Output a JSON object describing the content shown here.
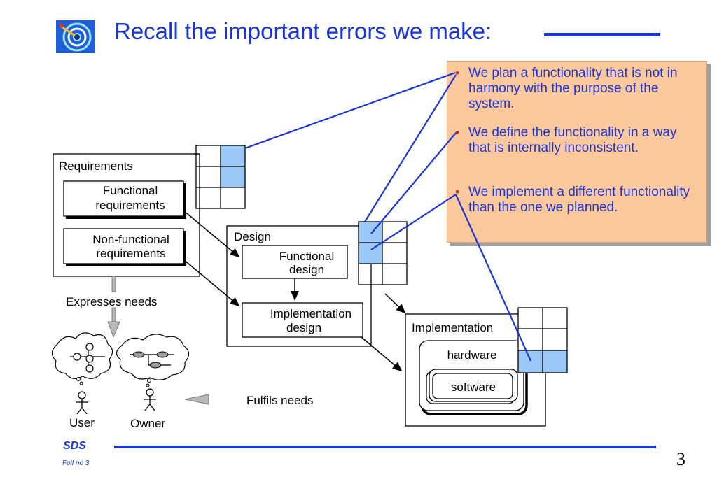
{
  "slide": {
    "title": "Recall the important errors we make:",
    "footer_label": "SDS",
    "foil_label": "Foil no 3",
    "page_number": "3"
  },
  "callout": {
    "bullets": [
      "We plan a functionality that is not in harmony with the purpose of the system.",
      "We define the functionality in a way that is internally inconsistent.",
      "We implement a different functionality than the one we planned."
    ]
  },
  "diagram": {
    "requirements_label": "Requirements",
    "functional_requirements": [
      "Functional",
      "requirements"
    ],
    "nonfunctional_requirements": [
      "Non-functional",
      "requirements"
    ],
    "design_label": "Design",
    "functional_design": [
      "Functional",
      "design"
    ],
    "implementation_design": [
      "Implementation",
      "design"
    ],
    "implementation_label": "Implementation",
    "hardware_label": "hardware",
    "software_label": "software",
    "expresses_needs": "Expresses needs",
    "fulfils_needs": "Fulfils needs",
    "user_label": "User",
    "owner_label": "Owner"
  },
  "colors": {
    "accent": "#1a35d6",
    "callout_bg": "#fcc89c",
    "grid_highlight": "#9cc8f8",
    "bullet_dot": "#d0202c"
  },
  "icons": {
    "logo": "target-logo-icon",
    "user": "stick-figure-icon",
    "owner": "stick-figure-icon"
  }
}
